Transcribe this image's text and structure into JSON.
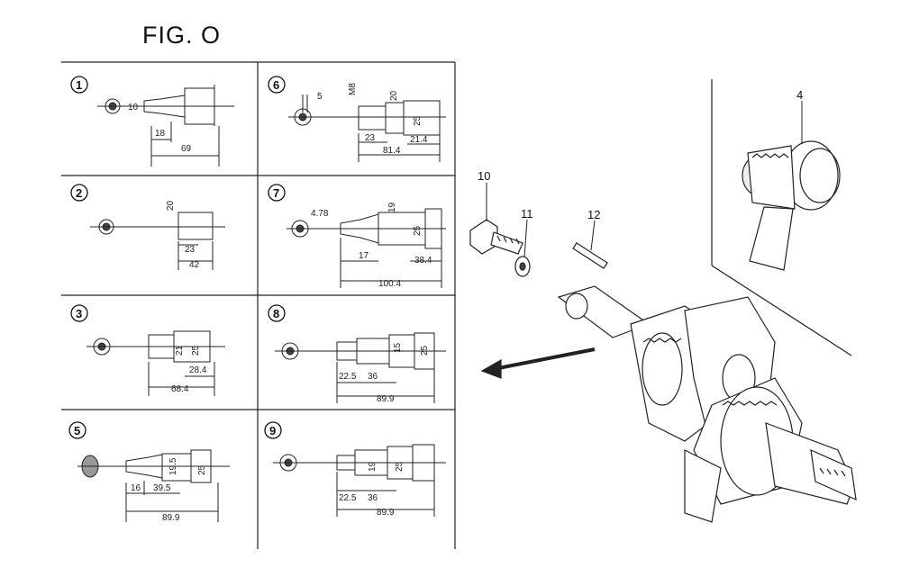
{
  "title": "FIG. O",
  "panels": [
    {
      "id": "1",
      "dims": [
        "10",
        "18",
        "69"
      ]
    },
    {
      "id": "2",
      "dims": [
        "20",
        "23",
        "42"
      ]
    },
    {
      "id": "3",
      "dims": [
        "21",
        "25",
        "28.4",
        "68.4"
      ]
    },
    {
      "id": "5",
      "dims": [
        "19.5",
        "25",
        "16",
        "39.5",
        "89.9"
      ]
    },
    {
      "id": "6",
      "dims": [
        "5",
        "M8",
        "20",
        "25",
        "23",
        "21.4",
        "81.4"
      ]
    },
    {
      "id": "7",
      "dims": [
        "4.78",
        "19",
        "25",
        "17",
        "38.4",
        "100.4"
      ]
    },
    {
      "id": "8",
      "dims": [
        "15",
        "25",
        "22.5",
        "36",
        "89.9"
      ]
    },
    {
      "id": "9",
      "dims": [
        "19",
        "25",
        "22.5",
        "36",
        "89.9"
      ]
    }
  ],
  "callouts": {
    "part4": "4",
    "part10": "10",
    "part11": "11",
    "part12": "12"
  }
}
